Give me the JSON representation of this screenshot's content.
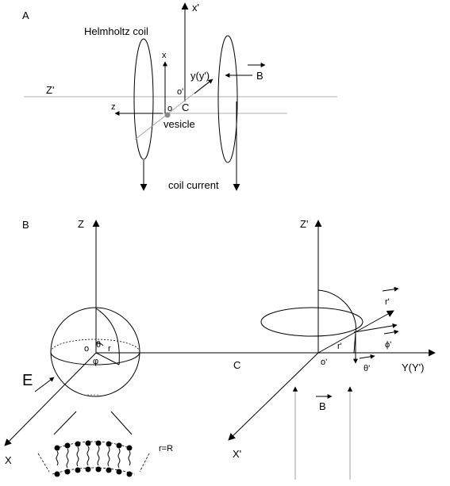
{
  "panel_a": {
    "letter": "A",
    "coil_label": "Helmholtz coil",
    "axis_x_prime": "x'",
    "axis_x": "x",
    "axis_z_prime": "Z'",
    "axis_z": "z",
    "axis_y": "y(y')",
    "origin_prime": "o'",
    "origin": "o",
    "center": "C",
    "field": "B",
    "vesicle": "vesicle",
    "coil_current": "coil current"
  },
  "panel_b": {
    "letter": "B",
    "axis_Z": "Z",
    "axis_Z_prime": "Z'",
    "axis_X": "X",
    "axis_X_prime": "X'",
    "axis_Y": "Y(Y')",
    "origin": "o",
    "origin_prime": "o'",
    "center": "C",
    "theta": "θ",
    "phi": "φ",
    "r": "r",
    "r_prime": "r'",
    "r_prime_vec": "r'",
    "theta_prime_vec": "θ'",
    "phi_prime_vec": "ϕ'",
    "field_E": "E",
    "field_B": "B",
    "membrane_radius": "r=R"
  }
}
